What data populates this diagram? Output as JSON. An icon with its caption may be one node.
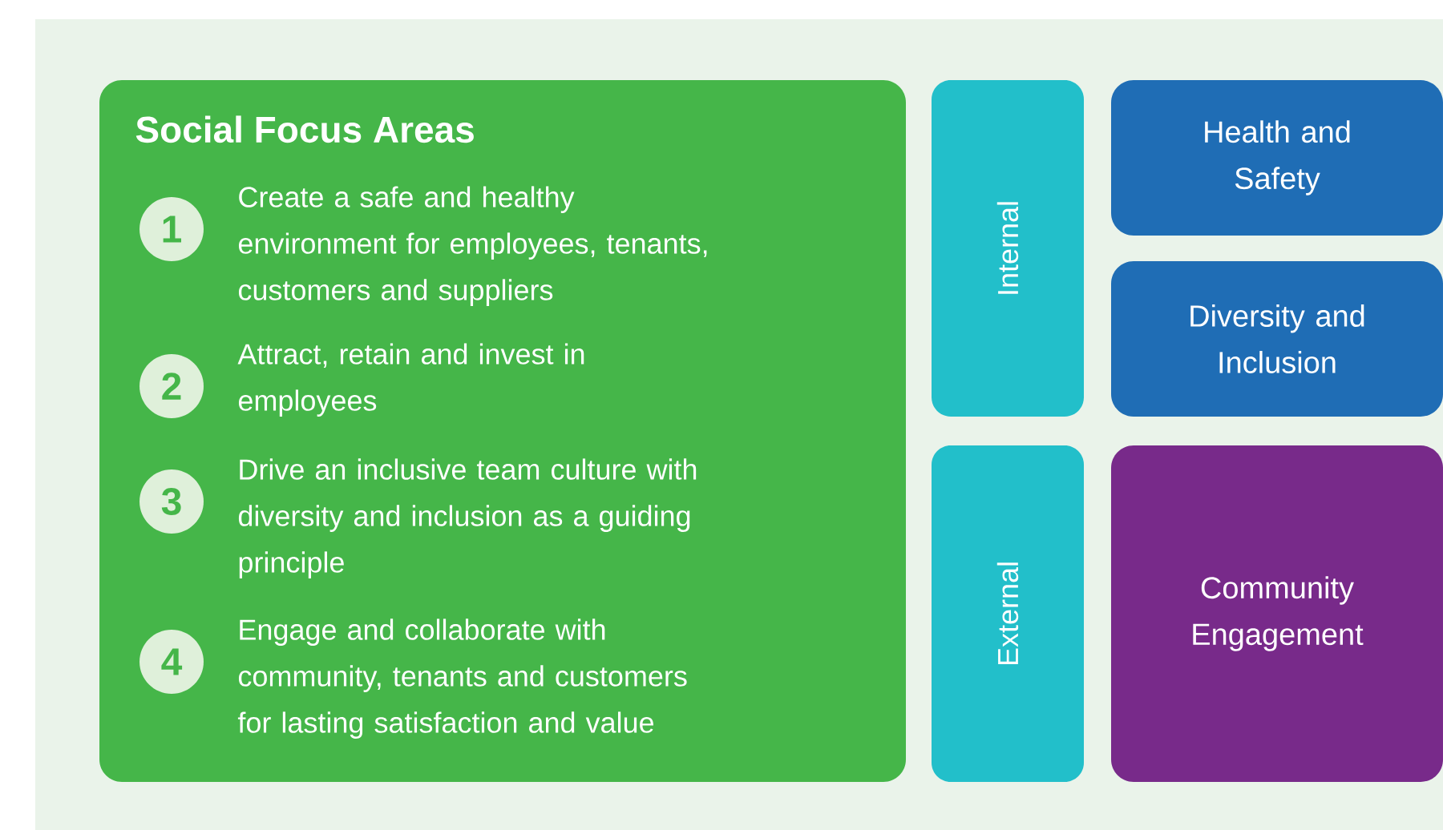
{
  "diagram": {
    "nodes": [
      {
        "text": [
          "Social Focus Areas"
        ]
      },
      {
        "text": [
          "1"
        ],
        "beside": [
          "Create a safe and healthy environment for employees, tenants, customers and suppliers"
        ],
        "in": 0
      },
      {
        "text": [
          "2"
        ],
        "beside": [
          "Attract, retain and invest in employees"
        ],
        "in": 0
      },
      {
        "text": [
          "3"
        ],
        "beside": [
          "Drive an inclusive team culture with diversity and inclusion as a guiding principle"
        ],
        "in": 0
      },
      {
        "text": [
          "4"
        ],
        "beside": [
          "Engage and collaborate with community, tenants and customers for lasting satisfaction and value"
        ],
        "in": 0
      },
      {
        "text": [
          "Internal"
        ]
      },
      {
        "text": [
          "External"
        ]
      },
      {
        "text": [
          "Health and Safety"
        ]
      },
      {
        "text": [
          "Diversity and Inclusion"
        ]
      },
      {
        "text": [
          "Community Engagement"
        ]
      }
    ]
  }
}
